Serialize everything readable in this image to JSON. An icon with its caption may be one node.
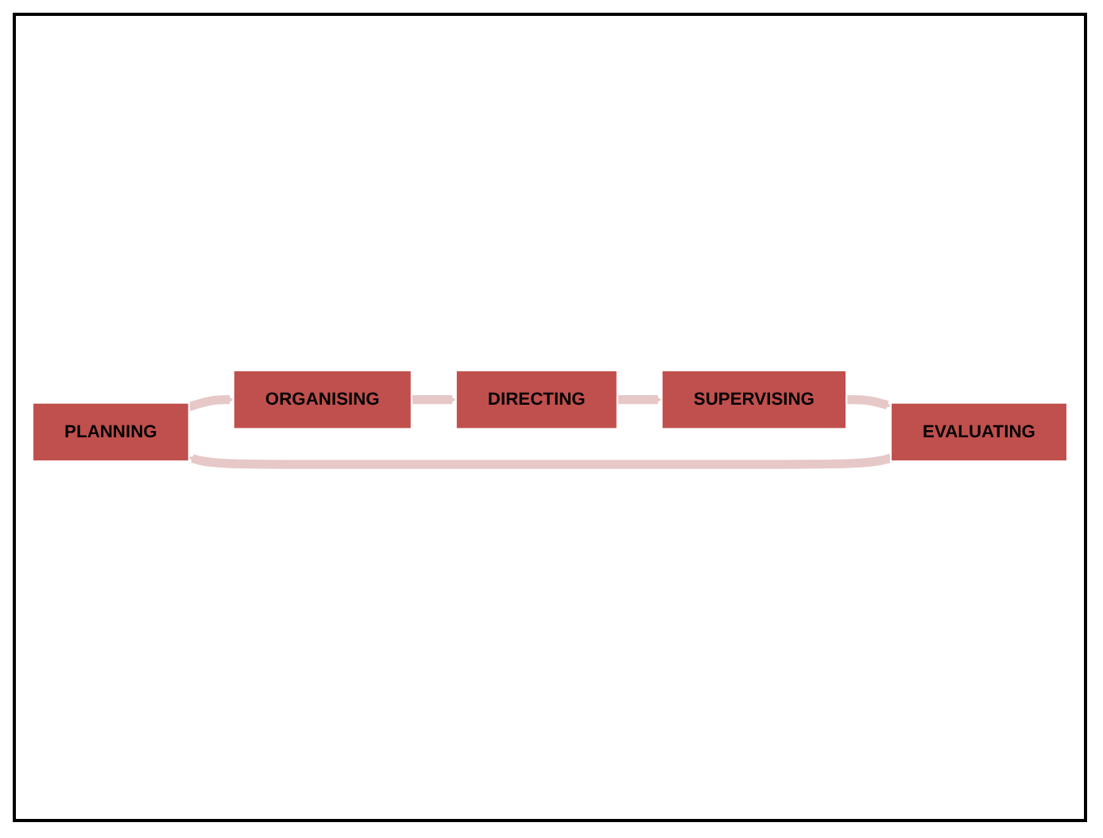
{
  "diagram": {
    "nodes": [
      {
        "text": [
          "PLANNING"
        ]
      },
      {
        "text": [
          "ORGANISING"
        ]
      },
      {
        "text": [
          "DIRECTING"
        ]
      },
      {
        "text": [
          "SUPERVISING"
        ]
      },
      {
        "text": [
          "EVALUATING"
        ]
      }
    ],
    "edges": [
      {
        "from": 0,
        "to": 1,
        "arrow": "to"
      },
      {
        "from": 1,
        "to": 2,
        "arrow": "to"
      },
      {
        "from": 2,
        "to": 3,
        "arrow": "to"
      },
      {
        "from": 3,
        "to": 4,
        "arrow": "to"
      },
      {
        "from": 4,
        "to": 0,
        "arrow": "to"
      }
    ]
  }
}
